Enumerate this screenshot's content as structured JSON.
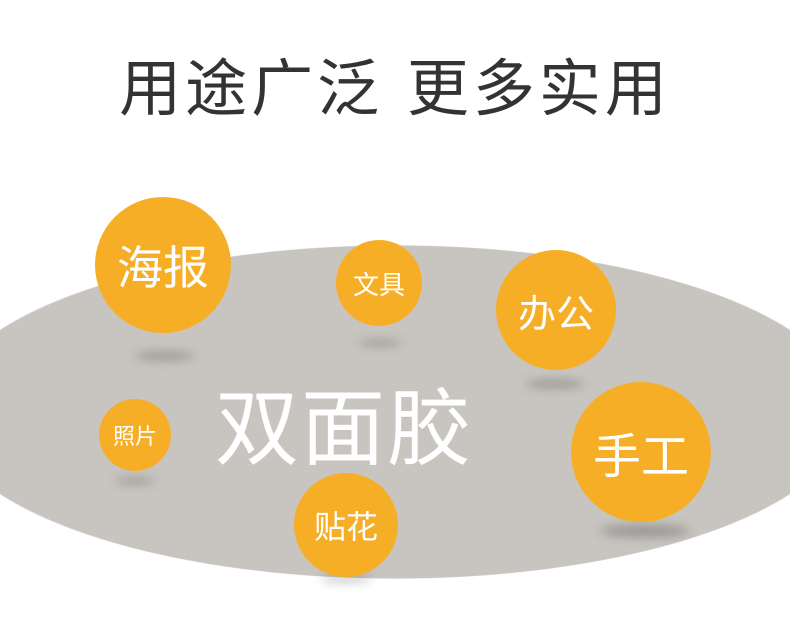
{
  "title": "用途广泛 更多实用",
  "center_label": "双面胶",
  "tags": [
    "海报",
    "文具",
    "办公",
    "照片",
    "手工",
    "贴花"
  ],
  "colors": {
    "accent": "#f7ae27",
    "disc": "#c8c5c0",
    "title": "#333333"
  }
}
